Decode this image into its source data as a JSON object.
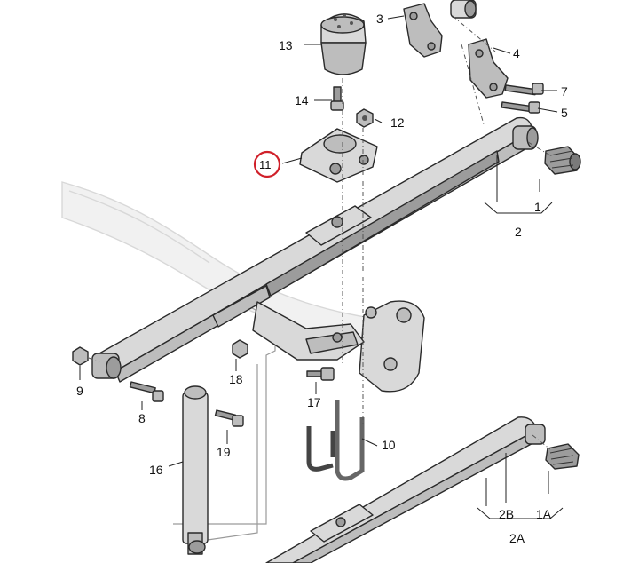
{
  "labels": {
    "l1": "1",
    "l1a": "1A",
    "l2": "2",
    "l2a": "2A",
    "l2b": "2B",
    "l3": "3",
    "l4": "4",
    "l5": "5",
    "l7": "7",
    "l8": "8",
    "l9": "9",
    "l10": "10",
    "l11": "11",
    "l12": "12",
    "l13": "13",
    "l14": "14",
    "l16": "16",
    "l17": "17",
    "l18": "18",
    "l19": "19"
  },
  "colors": {
    "highlight": "#d0202a",
    "ink": "#222222"
  }
}
